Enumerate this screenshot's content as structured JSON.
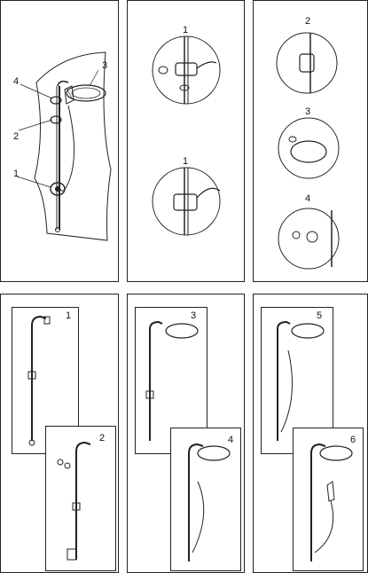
{
  "top_row": {
    "overview_panel": {
      "callouts": [
        "1",
        "2",
        "3",
        "4"
      ]
    },
    "valve_panel": {
      "callouts": [
        "1",
        "1"
      ]
    },
    "parts_panel": {
      "callouts": [
        "2",
        "3",
        "4"
      ]
    }
  },
  "bottom_row": {
    "panel_a": {
      "steps": [
        "1",
        "2"
      ]
    },
    "panel_b": {
      "steps": [
        "3",
        "4"
      ]
    },
    "panel_c": {
      "steps": [
        "5",
        "6"
      ]
    }
  }
}
